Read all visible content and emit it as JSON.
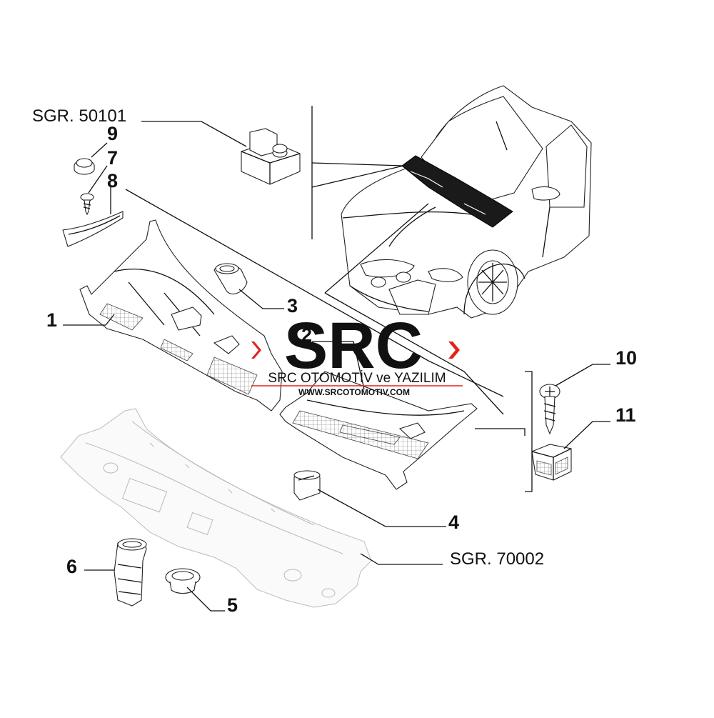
{
  "callouts": {
    "c1": "1",
    "c2": "2",
    "c3": "3",
    "c4": "4",
    "c5": "5",
    "c6": "6",
    "c7": "7",
    "c8": "8",
    "c9": "9",
    "c10": "10",
    "c11": "11"
  },
  "references": {
    "sgr_top": "SGR. 50101",
    "sgr_bottom": "SGR. 70002"
  },
  "watermark": {
    "logo_text": "SRC",
    "company": "SRC OTOMOTİV ve YAZILIM",
    "url": "WWW.SRCOTOMOTIV.COM",
    "accent_color": "#e2231a"
  }
}
